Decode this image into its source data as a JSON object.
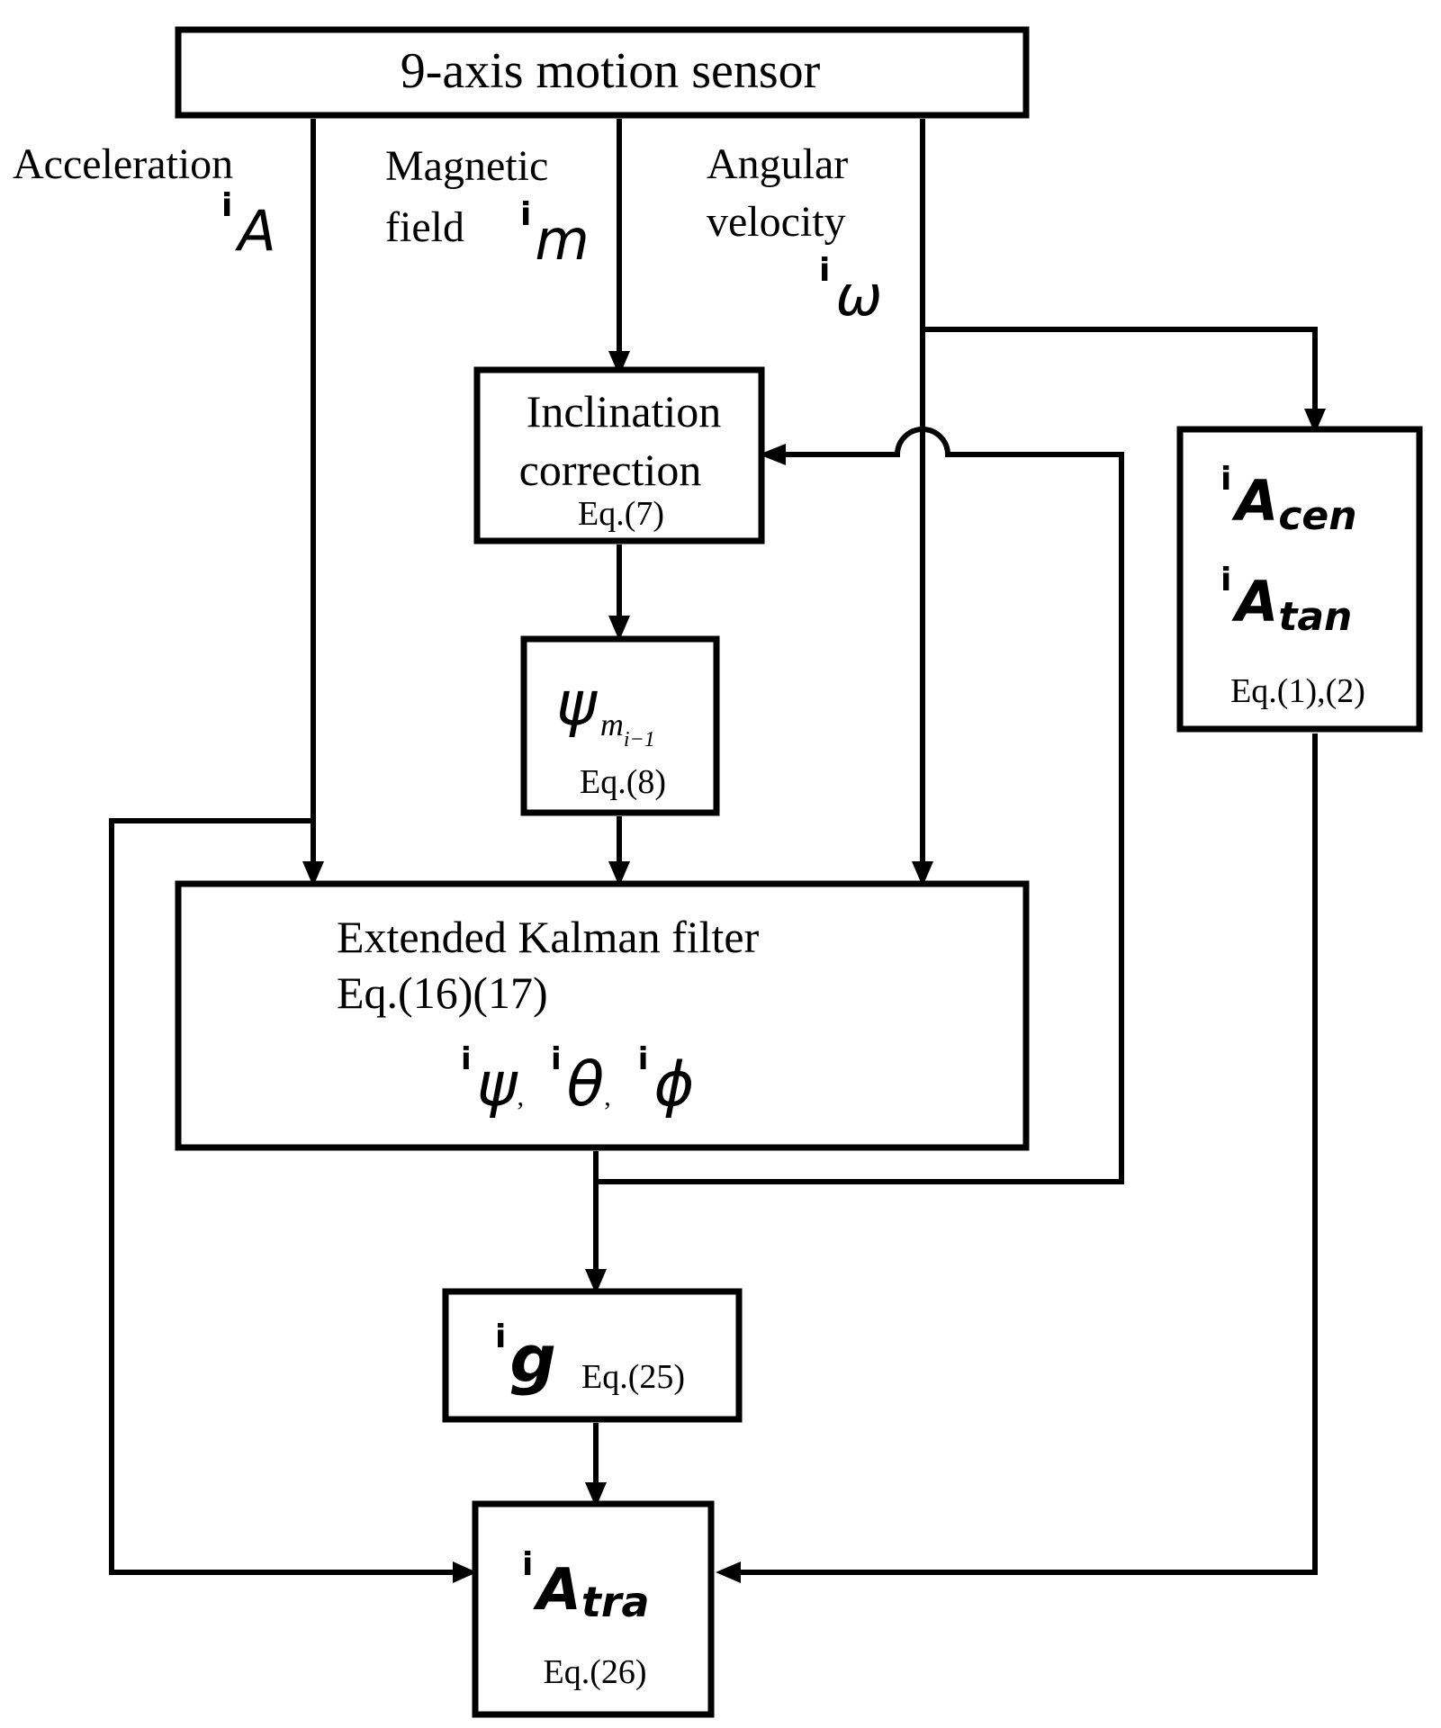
{
  "sensor": {
    "title": "9-axis motion sensor"
  },
  "signals": {
    "acceleration": {
      "label": "Acceleration",
      "sup": "i",
      "sym": "A"
    },
    "magnetic": {
      "line1": "Magnetic",
      "line2": "field",
      "sup": "i",
      "sym": "m"
    },
    "angular": {
      "line1": "Angular",
      "line2": "velocity",
      "sup": "i",
      "sym": "ω"
    }
  },
  "inclination": {
    "line1": "Inclination",
    "line2": "correction",
    "eq": "Eq.(7)"
  },
  "psi_block": {
    "sym": "ψ",
    "sub": "m",
    "subsub": "i−1",
    "eq": "Eq.(8)"
  },
  "centripetal": {
    "sup1": "i",
    "sym1": "A",
    "sub1": "cen",
    "sup2": "i",
    "sym2": "A",
    "sub2": "tan",
    "eq": "Eq.(1),(2)"
  },
  "ekf": {
    "line1": "Extended Kalman filter",
    "line2": "Eq.(16)(17)",
    "sup": "i",
    "sym1": "ψ",
    "sym2": "θ",
    "sym3": "ϕ",
    "sep": ","
  },
  "gravity": {
    "sup": "i",
    "sym": "g",
    "eq": "Eq.(25)"
  },
  "translational": {
    "sup": "i",
    "sym": "A",
    "sub": "tra",
    "eq": "Eq.(26)"
  }
}
